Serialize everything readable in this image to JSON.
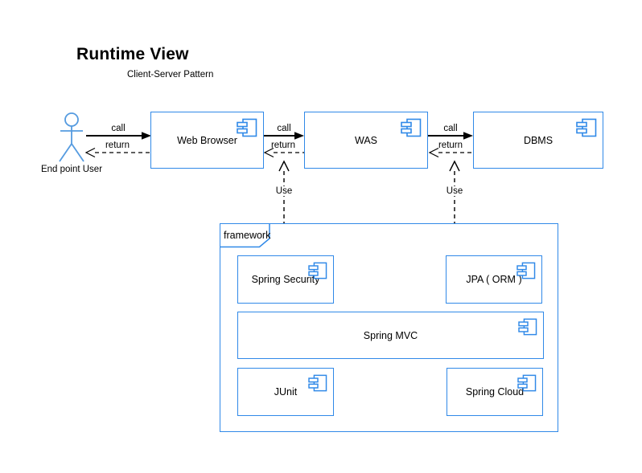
{
  "title": "Runtime View",
  "subtitle": "Client-Server Pattern",
  "actor": {
    "label": "End point User"
  },
  "components": [
    {
      "label": "Web Browser"
    },
    {
      "label": "WAS"
    },
    {
      "label": "DBMS"
    }
  ],
  "connections": [
    {
      "call_label": "call",
      "return_label": "return"
    },
    {
      "call_label": "call",
      "return_label": "return"
    },
    {
      "call_label": "call",
      "return_label": "return"
    }
  ],
  "use_arrows": [
    {
      "label": "Use"
    },
    {
      "label": "Use"
    }
  ],
  "framework": {
    "label": "framework",
    "components": [
      {
        "label": "Spring Security"
      },
      {
        "label": "JPA ( ORM )"
      },
      {
        "label": "Spring MVC"
      },
      {
        "label": "JUnit"
      },
      {
        "label": "Spring Cloud"
      }
    ]
  },
  "colors": {
    "shape_stroke": "#3089e8",
    "actor_stroke": "#559be0",
    "arrow_color": "#000000",
    "text_color": "#000000",
    "background": "#ffffff"
  }
}
